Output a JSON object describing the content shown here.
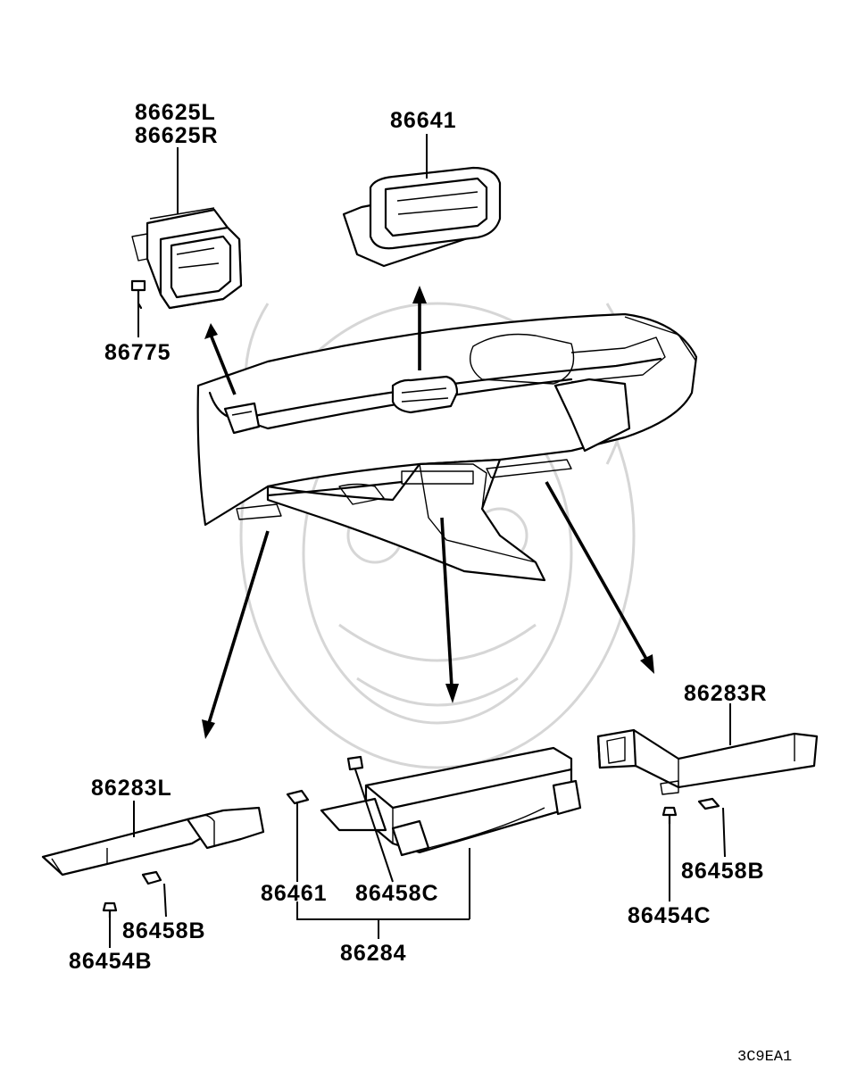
{
  "diagram": {
    "parts": [
      {
        "id": "vent-side",
        "labels": [
          "86625L",
          "86625R"
        ]
      },
      {
        "id": "vent-center",
        "labels": [
          "86641"
        ]
      },
      {
        "id": "screw-top",
        "labels": [
          "86775"
        ]
      },
      {
        "id": "duct-right",
        "labels": [
          "86283R"
        ]
      },
      {
        "id": "duct-left",
        "labels": [
          "86283L"
        ]
      },
      {
        "id": "clip-right",
        "labels": [
          "86458B"
        ]
      },
      {
        "id": "screw-right",
        "labels": [
          "86454C"
        ]
      },
      {
        "id": "clip-left",
        "labels": [
          "86458B"
        ]
      },
      {
        "id": "screw-left",
        "labels": [
          "86454B"
        ]
      },
      {
        "id": "center-clip-a",
        "labels": [
          "86461"
        ]
      },
      {
        "id": "center-clip-b",
        "labels": [
          "86458C"
        ]
      },
      {
        "id": "center-duct-assy",
        "labels": [
          "86284"
        ]
      }
    ],
    "figure_code": "3C9EA1"
  }
}
